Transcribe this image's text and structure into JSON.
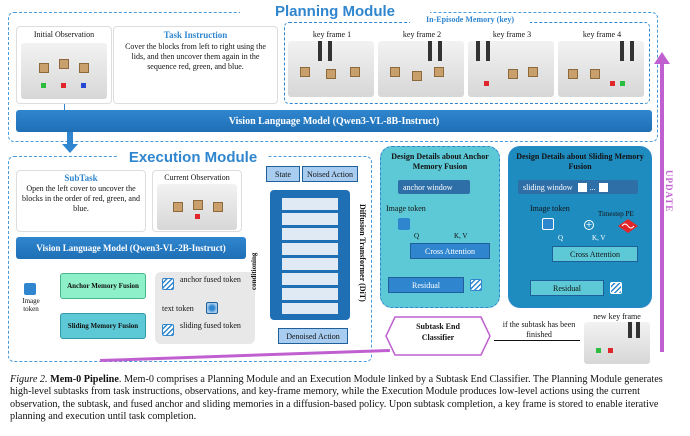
{
  "planning": {
    "title": "Planning Module",
    "memory_label": "In-Episode Memory (key)",
    "initial_obs_label": "Initial Observation",
    "task_title": "Task Instruction",
    "task_text": "Cover the blocks from left to right using the lids, and then uncover them again in the sequence red, green, and blue.",
    "key_frames": [
      "key frame 1",
      "key frame 2",
      "key frame 3",
      "key frame 4"
    ],
    "vlm_label": "Vision Language Model (Qwen3-VL-8B-Instruct)"
  },
  "execution": {
    "title": "Execution Module",
    "subtask_title": "SubTask",
    "subtask_text": "Open the left cover to uncover the blocks in the order of red, green, and blue.",
    "current_obs_label": "Current Observation",
    "vlm_label": "Vision Language Model (Qwen3-VL-2B-Instruct)",
    "image_token_label": "Image token",
    "anchor_fusion_label": "Anchor Memory Fusion",
    "sliding_fusion_label": "Sliding Memory Fusion",
    "anchor_fused_token": "anchor fused token",
    "text_token": "text token",
    "sliding_fused_token": "sliding fused token",
    "conditioning": "conditioning",
    "state_label": "State",
    "noised_action_label": "Noised Action",
    "dit_label": "Diffusion Transformer (DiT)",
    "denoised_action_label": "Denoised Action"
  },
  "anchor_design": {
    "title": "Design Details about Anchor Memory Fusion",
    "window_label": "anchor window",
    "image_token_label": "Image token",
    "q_label": "Q",
    "kv_label": "K, V",
    "cross_attention": "Cross Attention",
    "residual": "Residual"
  },
  "sliding_design": {
    "title": "Design Details about Sliding Memory Fusion",
    "window_label": "sliding window",
    "ellipsis": "...",
    "image_token_label": "Image token",
    "timestep_pe": "Timestep PE",
    "q_label": "Q",
    "kv_label": "K, V",
    "cross_attention": "Cross Attention",
    "residual": "Residual"
  },
  "classifier": {
    "label": "Subtask End Classifier",
    "condition_text": "if the subtask has been finished",
    "new_key_frame": "new key frame",
    "update_label": "UPDATE"
  },
  "caption": {
    "figure": "Figure 2.",
    "bold_title": "Mem-0 Pipeline",
    "text": ". Mem-0 comprises a Planning Module and an Execution Module linked by a Subtask End Classifier. The Planning Module generates high-level subtasks from task instructions, observations, and key-frame memory, while the Execution Module produces low-level actions using the current observation, the subtask, and fused anchor and sliding memories in a diffusion-based policy. Upon subtask completion, a key frame is stored to enable iterative planning and execution until task completion."
  },
  "colors": {
    "accent_blue": "#2f86cf",
    "teal_box": "#5ec9d6",
    "green_fusion": "#6fe3b8",
    "update_purple": "#c060d0"
  }
}
